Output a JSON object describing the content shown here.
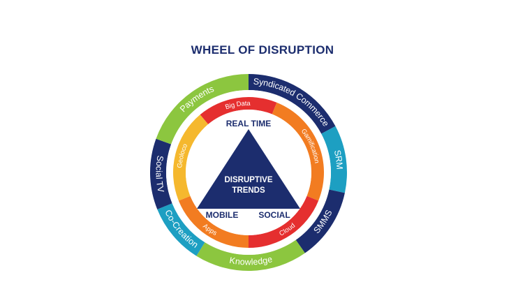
{
  "title": "WHEEL OF DISRUPTION",
  "outer_ring": [
    {
      "label": "Syndicated Commerce",
      "color": "#1c2d6e"
    },
    {
      "label": "SRM",
      "color": "#1d9fc2"
    },
    {
      "label": "SMMS",
      "color": "#1c2d6e"
    },
    {
      "label": "Knowledge",
      "color": "#8cc63f"
    },
    {
      "label": "Co-Creation",
      "color": "#1d9fc2"
    },
    {
      "label": "Social TV",
      "color": "#1c2d6e"
    },
    {
      "label": "Payments",
      "color": "#8cc63f"
    }
  ],
  "inner_ring": [
    {
      "label": "Big Data",
      "color": "#e52f2f"
    },
    {
      "label": "Gamification",
      "color": "#f27c21"
    },
    {
      "label": "Cloud",
      "color": "#e52f2f"
    },
    {
      "label": "Apps",
      "color": "#f27c21"
    },
    {
      "label": "Geoloco",
      "color": "#f5b82e"
    }
  ],
  "center": {
    "line1": "DISRUPTIVE",
    "line2": "TRENDS",
    "triangle_color": "#1c2d6e",
    "top": "REAL TIME",
    "left": "MOBILE",
    "right": "SOCIAL"
  }
}
